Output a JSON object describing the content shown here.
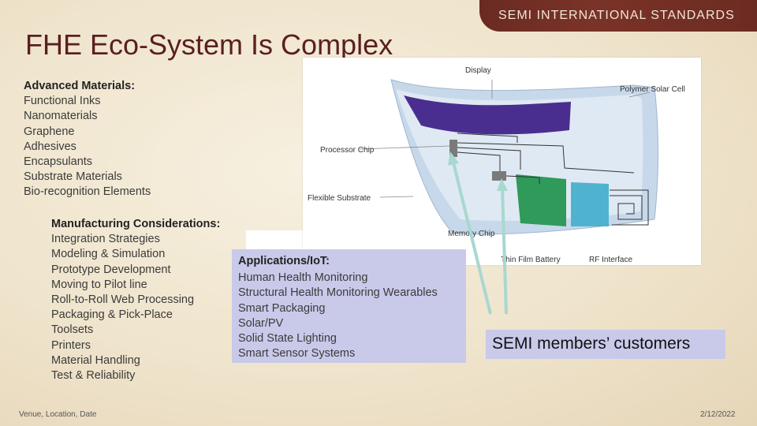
{
  "header": {
    "banner_text": "SEMI INTERNATIONAL STANDARDS"
  },
  "title": "FHE Eco-System Is Complex",
  "advanced_materials": {
    "heading": "Advanced Materials:",
    "items": [
      "Functional Inks",
      "Nanomaterials",
      "Graphene",
      "Adhesives",
      "Encapsulants",
      "Substrate Materials",
      "Bio-recognition Elements"
    ]
  },
  "manufacturing": {
    "heading": "Manufacturing Considerations:",
    "items": [
      "Integration Strategies",
      "Modeling & Simulation",
      "Prototype Development",
      "Moving to Pilot line",
      "Roll-to-Roll Web Processing",
      "Packaging & Pick-Place",
      "Toolsets",
      "Printers",
      "Material Handling",
      "Test & Reliability"
    ]
  },
  "applications": {
    "heading": "Applications/IoT:",
    "items": [
      "Human Health Monitoring",
      "Structural Health Monitoring Wearables",
      "Smart Packaging",
      "Solar/PV",
      "Solid State Lighting",
      "Smart Sensor Systems"
    ]
  },
  "figure": {
    "labels": {
      "display": "Display",
      "polymer_solar_cell": "Polymer Solar Cell",
      "processor_chip": "Processor Chip",
      "flexible_substrate": "Flexible Substrate",
      "memory_chip": "Memory Chip",
      "thin_film_battery": "Thin Film Battery",
      "rf_interface": "RF Interface"
    },
    "colors": {
      "display": "#4a2e8f",
      "battery": "#2f9a5a",
      "solar": "#4fb3cf",
      "substrate": "#c7d8ea",
      "arrow": "#a8d8d0"
    }
  },
  "callout": "SEMI members’ customers",
  "footer": {
    "left": "Venue, Location, Date",
    "right": "2/12/2022"
  }
}
